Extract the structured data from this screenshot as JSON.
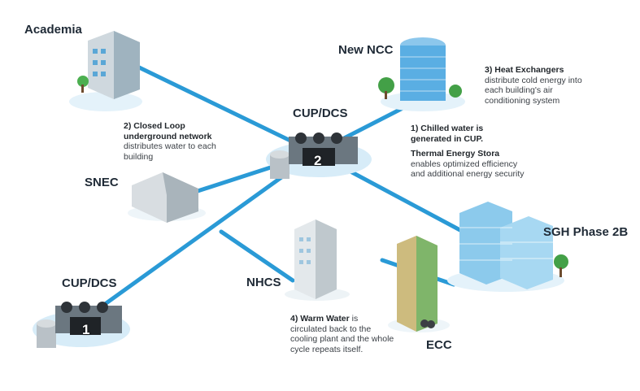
{
  "nodes": {
    "academia": "Academia",
    "new_ncc": "New NCC",
    "cup_top": "CUP/DCS",
    "snec": "SNEC",
    "sgh": "SGH Phase 2B",
    "cup_bottom": "CUP/DCS",
    "nhcs": "NHCS",
    "ecc": "ECC"
  },
  "markers": {
    "plant_top": "2",
    "plant_bottom": "1"
  },
  "notes": {
    "n2_bold": "2) Closed Loop underground network",
    "n2_text": "distributes water to each building",
    "n3_bold": "3) Heat Exchangers",
    "n3_text": "distribute cold energy into each building's air conditioning system",
    "n1_bold": "1) Chilled water is generated in CUP.",
    "n1b_bold": "Thermal Energy Stora",
    "n1b_text": "enables optimized efficiency and additional energy security",
    "n4_bold": "4) Warm Water",
    "n4_text": "is circulated back to the cooling plant and the whole cycle repeats itself."
  },
  "colors": {
    "pipe": "#2a9ad6",
    "ground": "#d7ecf8"
  }
}
